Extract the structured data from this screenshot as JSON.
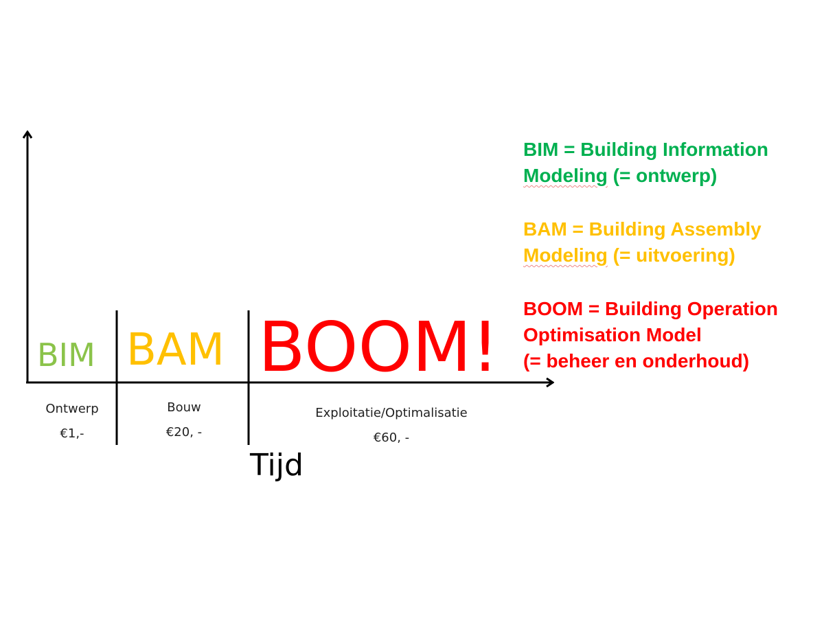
{
  "colors": {
    "bim": "#8bc34a",
    "bam": "#ffc000",
    "boom": "#ff0000",
    "bim_def": "#00b050",
    "axis": "#000000"
  },
  "phases": [
    {
      "name": "BIM",
      "stage": "Ontwerp",
      "cost": "€1,-"
    },
    {
      "name": "BAM",
      "stage": "Bouw",
      "cost": "€20, -"
    },
    {
      "name": "BOOM!",
      "stage": "Exploitatie/Optimalisatie",
      "cost": "€60, -"
    }
  ],
  "x_axis_label": "Tijd",
  "definitions": [
    {
      "line1_a": "BIM = Building Information",
      "line2_a": "Modeling",
      "line2_b": " (= ontwerp)"
    },
    {
      "line1_a": "BAM = Building Assembly",
      "line2_a": "Modeling",
      "line2_b": " (= uitvoering)"
    },
    {
      "line1_a": "BOOM = Building Operation",
      "line2_a": "Optimisation Model",
      "line3": "(= beheer en onderhoud)"
    }
  ]
}
